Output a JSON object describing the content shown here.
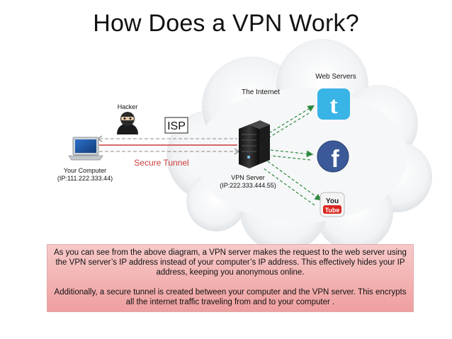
{
  "title": "How Does a VPN Work?",
  "labels": {
    "web_servers": "Web Servers",
    "the_internet": "The Internet",
    "hacker": "Hacker",
    "isp": "ISP",
    "secure_tunnel": "Secure Tunnel",
    "your_computer": "Your Computer",
    "your_computer_ip": "(IP:111.222.333.44)",
    "vpn_server": "VPN Server",
    "vpn_server_ip": "(IP:222.333.444.55)",
    "youtube_you": "You",
    "youtube_tube": "Tube",
    "facebook_letter": "f"
  },
  "description": {
    "paragraph1": "As you can see from the above diagram, a VPN server makes the request to the web server using the VPN server’s IP address instead of your computer’s IP address. This effectively hides your IP address, keeping you anonymous online.",
    "paragraph2": "Additionally, a secure tunnel is created between your computer and the VPN server. This encrypts all the internet traffic traveling from and to your computer ."
  },
  "colors": {
    "tunnel_red": "#cc3b3b",
    "arrow_green": "#2e8a3e",
    "twitter_blue": "#39b4e6",
    "facebook_blue": "#3b5998",
    "youtube_red": "#d9251d",
    "note_bg": "#f2b1b1"
  },
  "icons": {
    "hacker": "hacker-icon",
    "laptop": "laptop-icon",
    "server": "server-icon",
    "twitter": "twitter-logo-icon",
    "facebook": "facebook-logo-icon",
    "youtube": "youtube-logo-icon"
  }
}
